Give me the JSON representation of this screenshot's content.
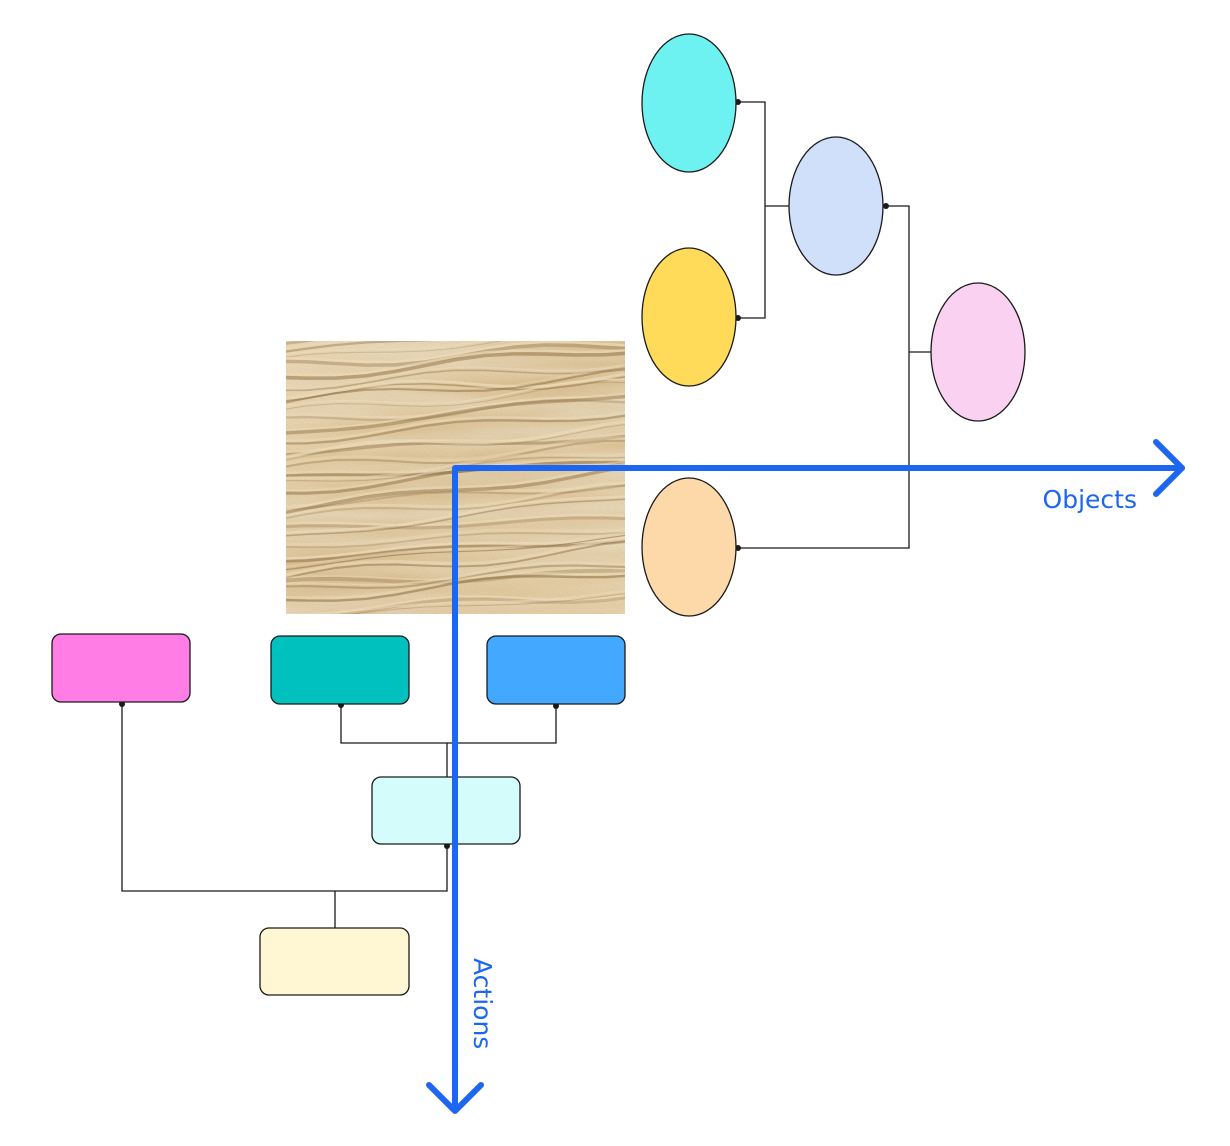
{
  "axes": {
    "objects_label": "Objects",
    "actions_label": "Actions",
    "color": "#1c66f2"
  },
  "texture": {
    "description_icon": "sand-texture-image",
    "base_color": "#e3c99c",
    "dark_color": "#8b6a3e",
    "light_color": "#f6e6c6"
  },
  "objects_tree": {
    "nodes": [
      {
        "name": "object-node-cyan",
        "fill": "#6ef2f1"
      },
      {
        "name": "object-node-yellow",
        "fill": "#ffdb59"
      },
      {
        "name": "object-node-lavender",
        "fill": "#d0e0fb"
      },
      {
        "name": "object-node-pink",
        "fill": "#fbd1f1"
      },
      {
        "name": "object-node-peach",
        "fill": "#fdd9aa"
      }
    ]
  },
  "actions_tree": {
    "nodes": [
      {
        "name": "action-node-magenta",
        "fill": "#ff7de5"
      },
      {
        "name": "action-node-teal",
        "fill": "#00c1bd"
      },
      {
        "name": "action-node-blue",
        "fill": "#43a8ff"
      },
      {
        "name": "action-node-light-cyan",
        "fill": "#d3fcfb"
      },
      {
        "name": "action-node-cream",
        "fill": "#fff6d3"
      }
    ]
  }
}
